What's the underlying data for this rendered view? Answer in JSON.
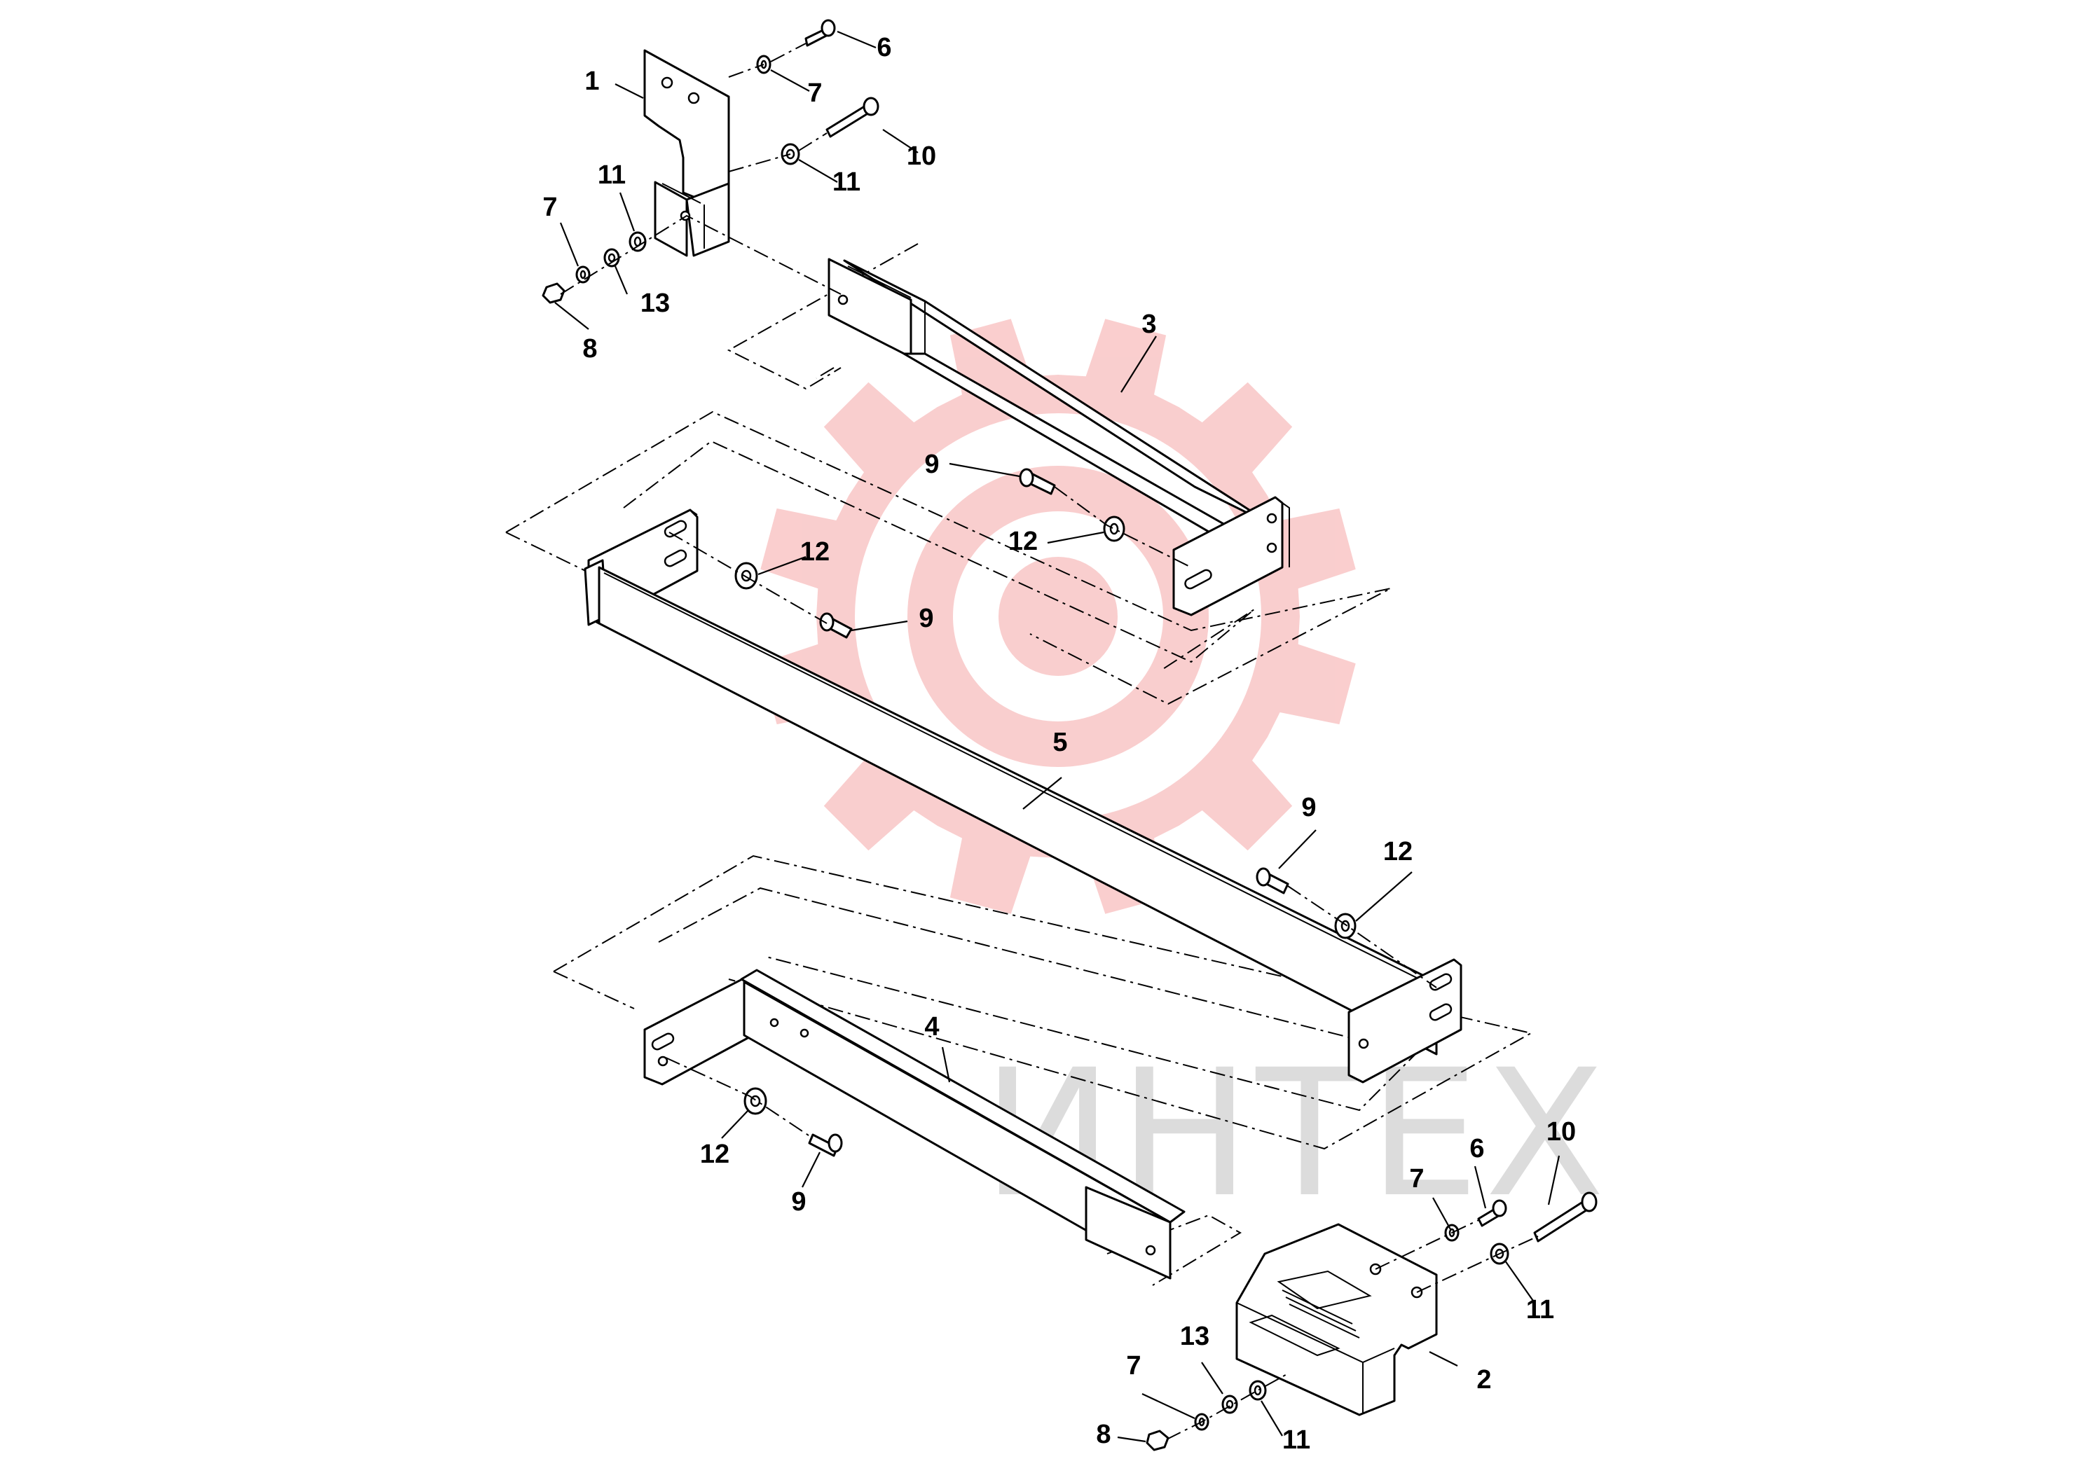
{
  "watermark": {
    "text": "ИНТЕХ",
    "gear_color": "#f9c6c6",
    "text_color": "#dcdcdc"
  },
  "callouts": [
    {
      "label": "1"
    },
    {
      "label": "2"
    },
    {
      "label": "3"
    },
    {
      "label": "4"
    },
    {
      "label": "5"
    },
    {
      "label": "6"
    },
    {
      "label": "6"
    },
    {
      "label": "7"
    },
    {
      "label": "7"
    },
    {
      "label": "7"
    },
    {
      "label": "7"
    },
    {
      "label": "8"
    },
    {
      "label": "8"
    },
    {
      "label": "9"
    },
    {
      "label": "9"
    },
    {
      "label": "9"
    },
    {
      "label": "9"
    },
    {
      "label": "10"
    },
    {
      "label": "10"
    },
    {
      "label": "11"
    },
    {
      "label": "11"
    },
    {
      "label": "11"
    },
    {
      "label": "11"
    },
    {
      "label": "12"
    },
    {
      "label": "12"
    },
    {
      "label": "12"
    },
    {
      "label": "12"
    },
    {
      "label": "13"
    },
    {
      "label": "13"
    }
  ]
}
